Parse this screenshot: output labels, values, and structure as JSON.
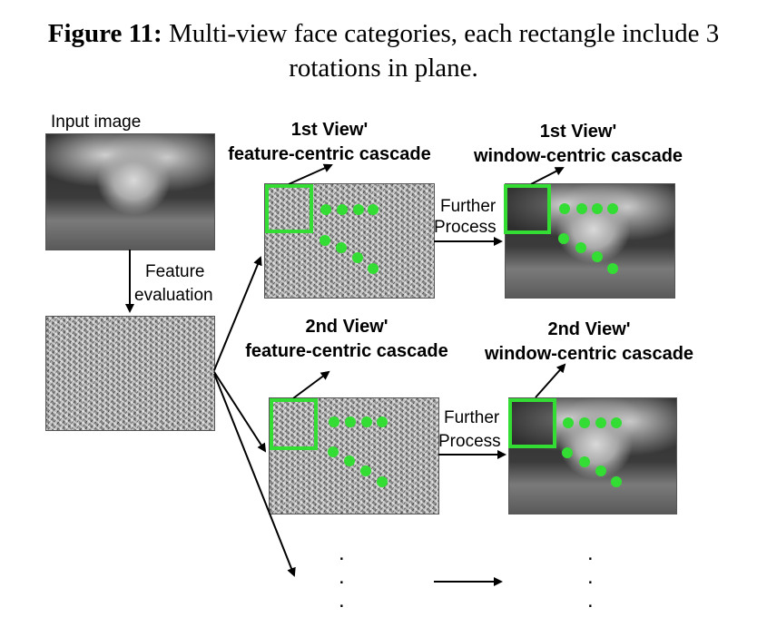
{
  "caption": {
    "prefix": "Figure 11:",
    "line1": " Multi-view face categories, each rectangle include 3",
    "line2": "rotations in plane."
  },
  "input_label": "Input image",
  "feature_eval": {
    "line1": "Feature",
    "line2": "evaluation"
  },
  "view1": {
    "feature_title1": "1st View'",
    "feature_title2": "feature-centric cascade",
    "window_title1": "1st View'",
    "window_title2": "window-centric cascade",
    "further1": "Further",
    "further2": "Process"
  },
  "view2": {
    "feature_title1": "2nd View'",
    "feature_title2": "feature-centric cascade",
    "window_title1": "2nd View'",
    "window_title2": "window-centric cascade",
    "further1": "Further",
    "further2": "Process"
  },
  "ellipsis": {
    "left": ".",
    "right": "."
  },
  "colors": {
    "highlight": "#33dd33",
    "arrow": "#000000"
  }
}
